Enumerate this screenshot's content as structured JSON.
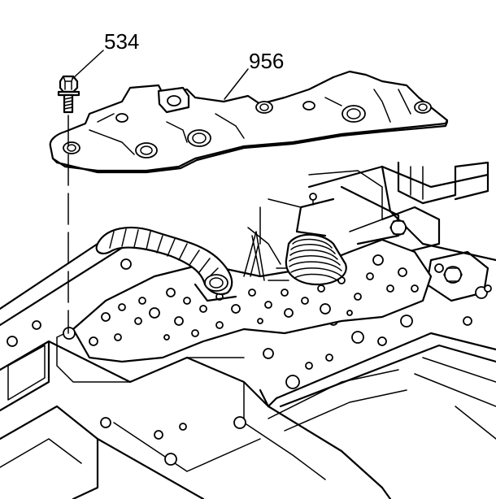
{
  "callouts": [
    {
      "id": "bolt",
      "text": "534"
    },
    {
      "id": "cover",
      "text": "956"
    }
  ]
}
